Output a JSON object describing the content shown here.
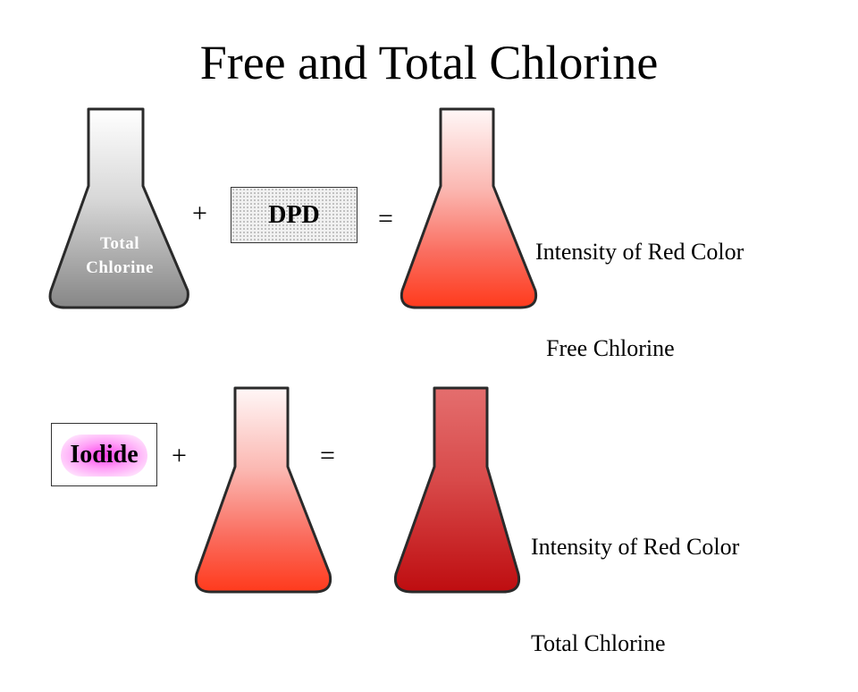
{
  "title": "Free and Total Chlorine",
  "row1": {
    "flask_label_line1": "Total",
    "flask_label_line2": "Chlorine",
    "plus": "+",
    "reagent": "DPD",
    "equals": "=",
    "result_line1": "Intensity of Red Color",
    "result_line2": "Free Chlorine"
  },
  "row2": {
    "reagent": "Iodide",
    "plus": "+",
    "equals": "=",
    "result_line1": "Intensity of Red Color",
    "result_line2": "Total Chlorine"
  },
  "colors": {
    "grey_flask_top": "#ffffff",
    "grey_flask_bottom": "#8a8a8a",
    "pink_flask_top": "#fff5f5",
    "pink_flask_bottom": "#ff3a1c",
    "dark_red_flask_top": "#e26b6b",
    "dark_red_flask_bottom": "#c00f12",
    "iodide_glow": "#ff3ceb"
  }
}
